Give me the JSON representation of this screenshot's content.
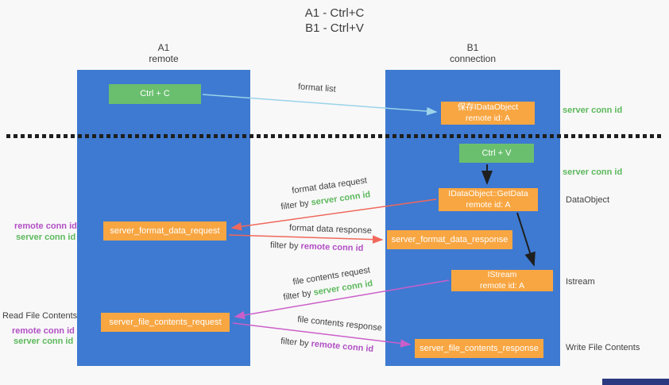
{
  "title": {
    "line1": "A1 - Ctrl+C",
    "line2": "B1 - Ctrl+V"
  },
  "lanes": {
    "a1": {
      "title": "A1",
      "subtitle": "remote"
    },
    "b1": {
      "title": "B1",
      "subtitle": "connection"
    }
  },
  "nodes": {
    "ctrl_c": {
      "label": "Ctrl + C"
    },
    "save_dataobject": {
      "line1": "保存IDataObject",
      "line2": "remote id: A"
    },
    "ctrl_v": {
      "label": "Ctrl + V"
    },
    "getdata": {
      "line1": "IDataObject::GetData",
      "line2": "remote id: A"
    },
    "format_request": {
      "label": "server_format_data_request"
    },
    "format_response": {
      "label": "server_format_data_response"
    },
    "istream": {
      "line1": "IStream",
      "line2": "remote id: A"
    },
    "file_request": {
      "label": "server_file_contents_request"
    },
    "file_response": {
      "label": "server_file_contents_response"
    }
  },
  "annotations": {
    "server_conn_id_top": "server conn id",
    "server_conn_id_mid": "server conn id",
    "dataobject": "DataObject",
    "istream": "Istream",
    "write_file_contents": "Write File Contents",
    "read_file_contents": "Read File Contents",
    "left_remote_conn_id_1": "remote conn id",
    "left_server_conn_id_1": "server conn id",
    "left_remote_conn_id_2": "remote conn id",
    "left_server_conn_id_2": "server conn id"
  },
  "arrows": {
    "format_list": "format list",
    "format_data_request": "format data request",
    "format_data_response": "format data response",
    "file_contents_request": "file contents request",
    "file_contents_response": "file contents response",
    "filter_by": "filter by ",
    "server_conn_id": "server conn id",
    "remote_conn_id": "remote conn id"
  },
  "colors": {
    "lane_blue": "#3e7ad1",
    "node_green": "#6abf6e",
    "node_orange": "#f8a642",
    "arrow_blue": "#9bd3ea",
    "arrow_red": "#f0685c",
    "arrow_magenta": "#cb5fc9",
    "arrow_black": "#1f1f1f",
    "text_green": "#5cb85c",
    "text_purple": "#b14fc4"
  }
}
